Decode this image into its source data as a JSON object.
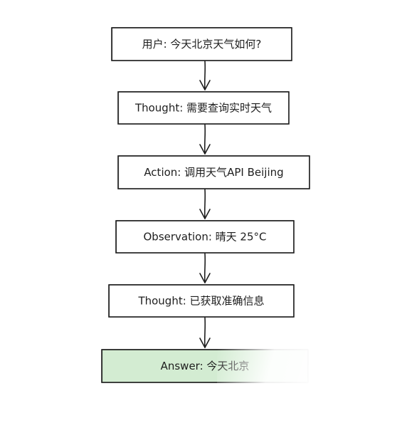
{
  "diagram": {
    "nodes": [
      {
        "id": "user",
        "label": "用户: 今天北京天气如何?",
        "fill": "#ffffff"
      },
      {
        "id": "thought1",
        "label": "Thought: 需要查询实时天气",
        "fill": "#ffffff"
      },
      {
        "id": "action",
        "label": "Action: 调用天气API Beijing",
        "fill": "#ffffff"
      },
      {
        "id": "observation",
        "label": "Observation: 晴天 25°C",
        "fill": "#ffffff"
      },
      {
        "id": "thought2",
        "label": "Thought: 已获取准确信息",
        "fill": "#ffffff"
      },
      {
        "id": "answer",
        "label": "Answer: 今天北京",
        "fill": "#d3ecd2"
      }
    ],
    "edges": [
      {
        "from": "user",
        "to": "thought1"
      },
      {
        "from": "thought1",
        "to": "action"
      },
      {
        "from": "action",
        "to": "observation"
      },
      {
        "from": "observation",
        "to": "thought2"
      },
      {
        "from": "thought2",
        "to": "answer"
      }
    ],
    "colors": {
      "stroke": "#1e1e1e",
      "answer_fill": "#d3ecd2"
    }
  }
}
